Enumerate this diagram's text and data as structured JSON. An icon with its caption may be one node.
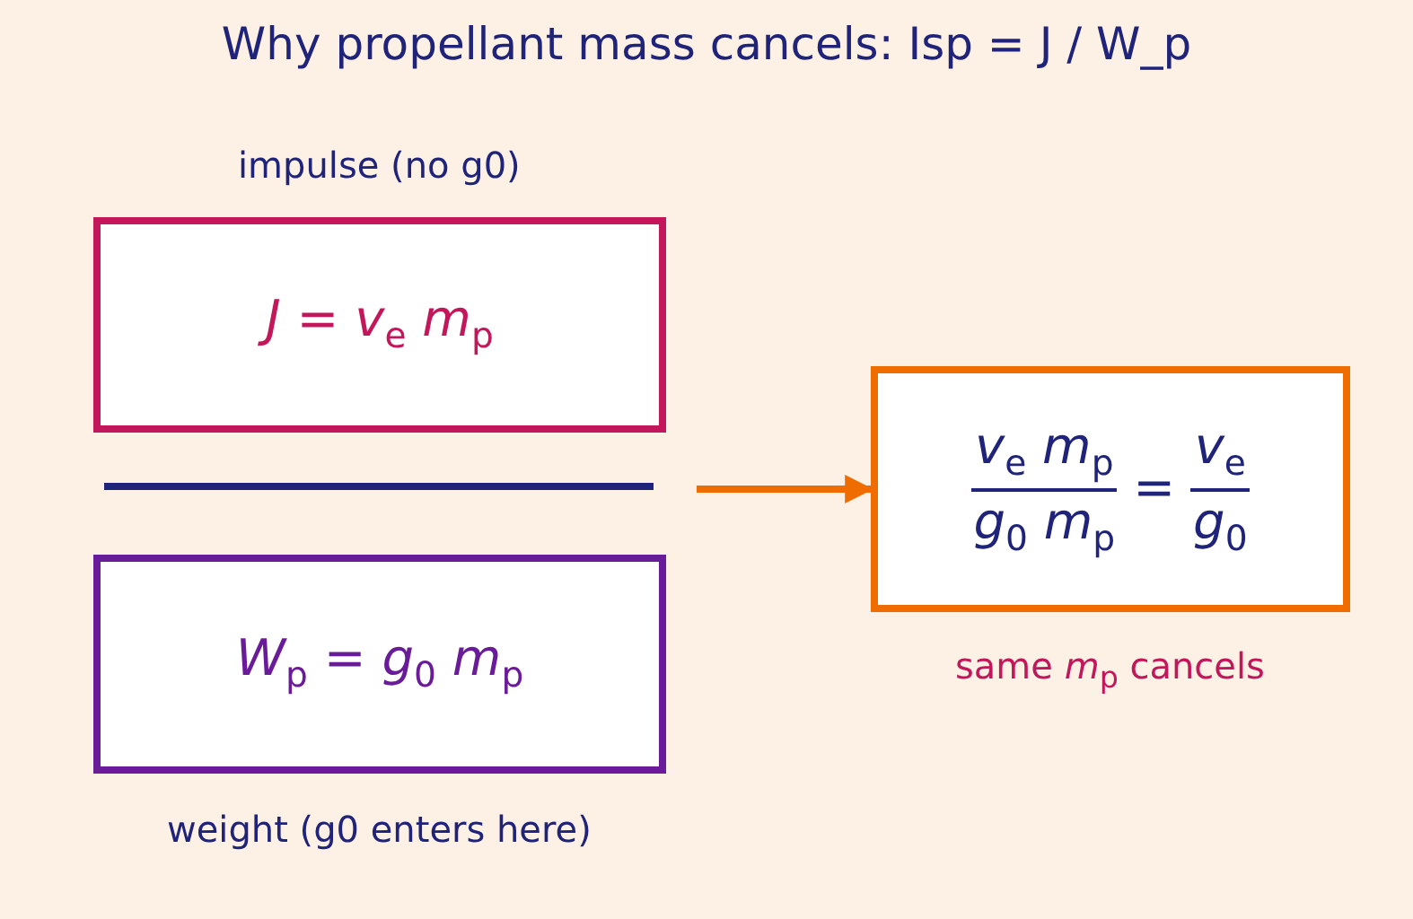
{
  "diagram": {
    "title": "Why propellant mass cancels: Isp = J / W_p",
    "nodes": [
      {
        "text": [
          "*J* = *v*$_{e}$ *m*$_{p}$"
        ],
        "beside": [
          "impulse (no g0)"
        ]
      },
      {
        "text": [
          "*W*$_{p}$ = *g*$_{0}$ *m*$_{p}$"
        ],
        "beside": [
          "weight (g0 enters here)"
        ]
      },
      {
        "text": [
          "*v*$_{e}$ *m*$_{p}$",
          "*g*$_{0}$ *m*$_{p}$",
          "=",
          "*v*$_{e}$",
          "*g*$_{0}$"
        ],
        "beside": [
          "same *m*$_{p}$ cancels"
        ]
      }
    ],
    "edges": [
      {
        "from": null,
        "to": 2,
        "arrow": "to"
      }
    ]
  }
}
